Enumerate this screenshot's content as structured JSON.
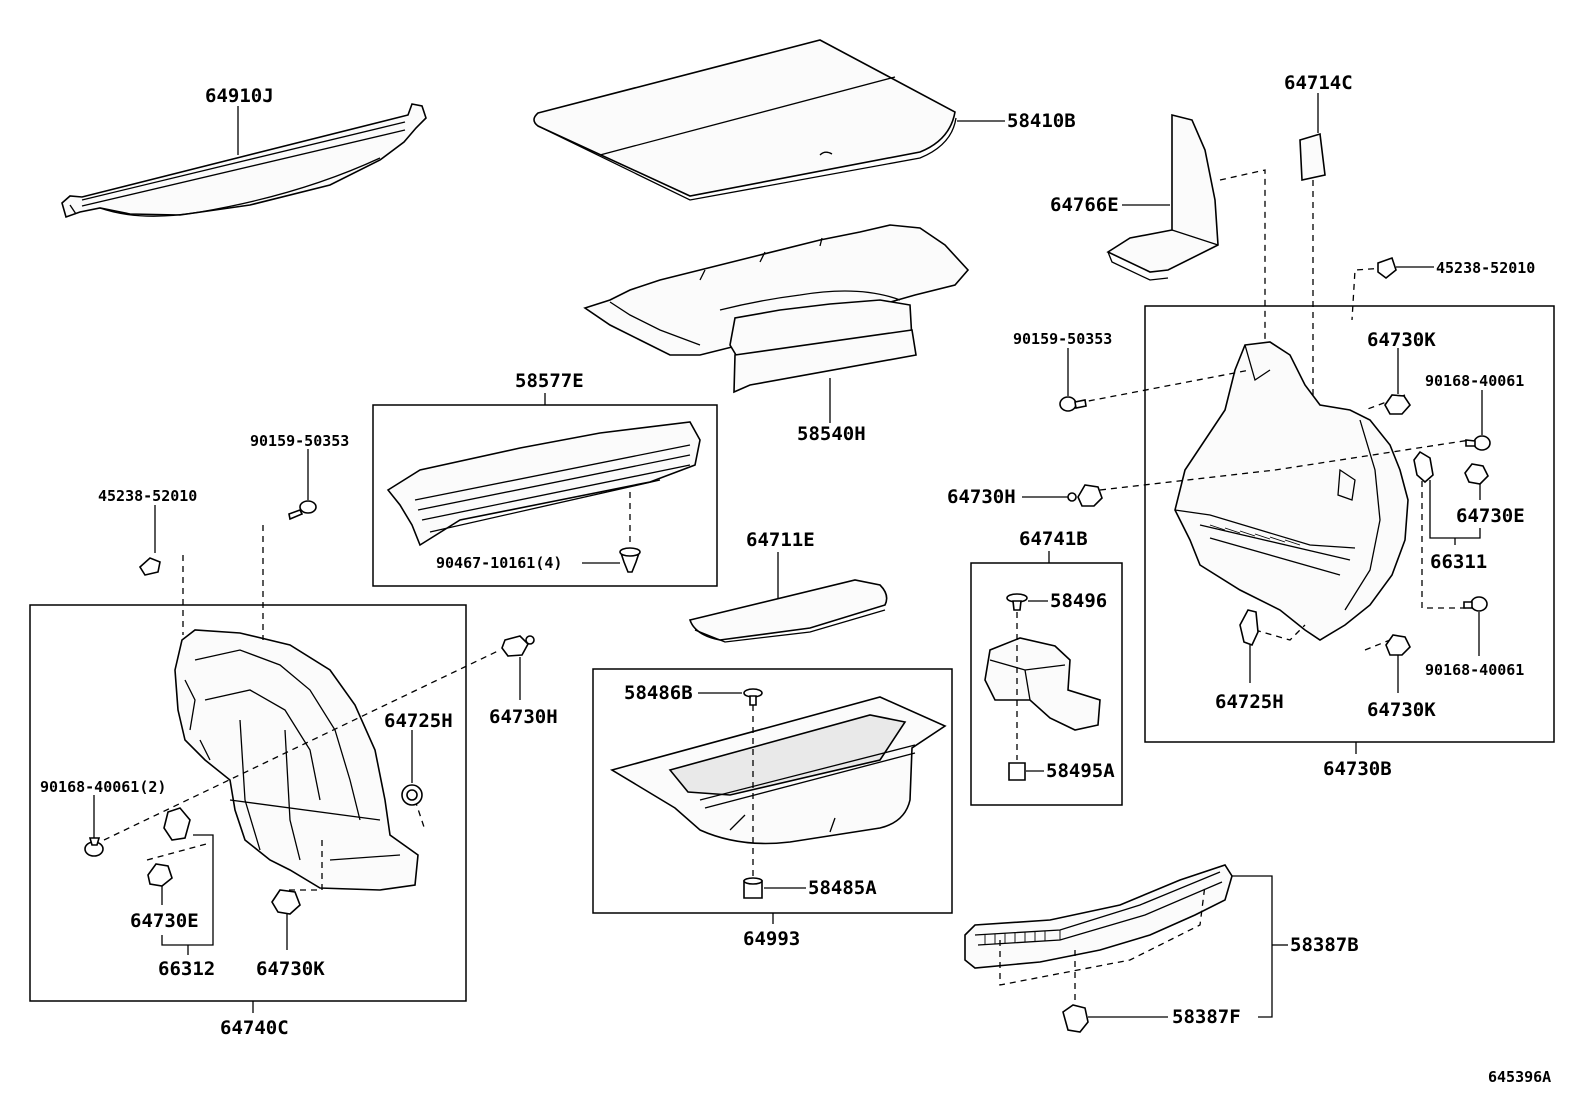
{
  "diagram_id": "645396A",
  "parts": {
    "p64910J": "64910J",
    "p58410B": "58410B",
    "p64714C": "64714C",
    "p64766E": "64766E",
    "p45238_52010_r": "45238-52010",
    "p58540H": "58540H",
    "p58577E": "58577E",
    "p90159_50353_l": "90159-50353",
    "p90159_50353_r": "90159-50353",
    "p45238_52010_l": "45238-52010",
    "p90467_10161": "90467-10161(4)",
    "p64730K_r1": "64730K",
    "p90168_40061_r1": "90168-40061",
    "p64730H_r": "64730H",
    "p64730E_r": "64730E",
    "p66311": "66311",
    "p64711E": "64711E",
    "p64741B": "64741B",
    "p58496": "58496",
    "p58495A": "58495A",
    "p90168_40061_r2": "90168-40061",
    "p64725H_r": "64725H",
    "p64730K_r2": "64730K",
    "p64730B": "64730B",
    "p58486B": "58486B",
    "p58485A": "58485A",
    "p64993": "64993",
    "p64730H_l": "64730H",
    "p64725H_l": "64725H",
    "p90168_40061_2": "90168-40061(2)",
    "p64730E_l": "64730E",
    "p66312": "66312",
    "p64730K_l": "64730K",
    "p64740C": "64740C",
    "p58387B": "58387B",
    "p58387F": "58387F"
  }
}
